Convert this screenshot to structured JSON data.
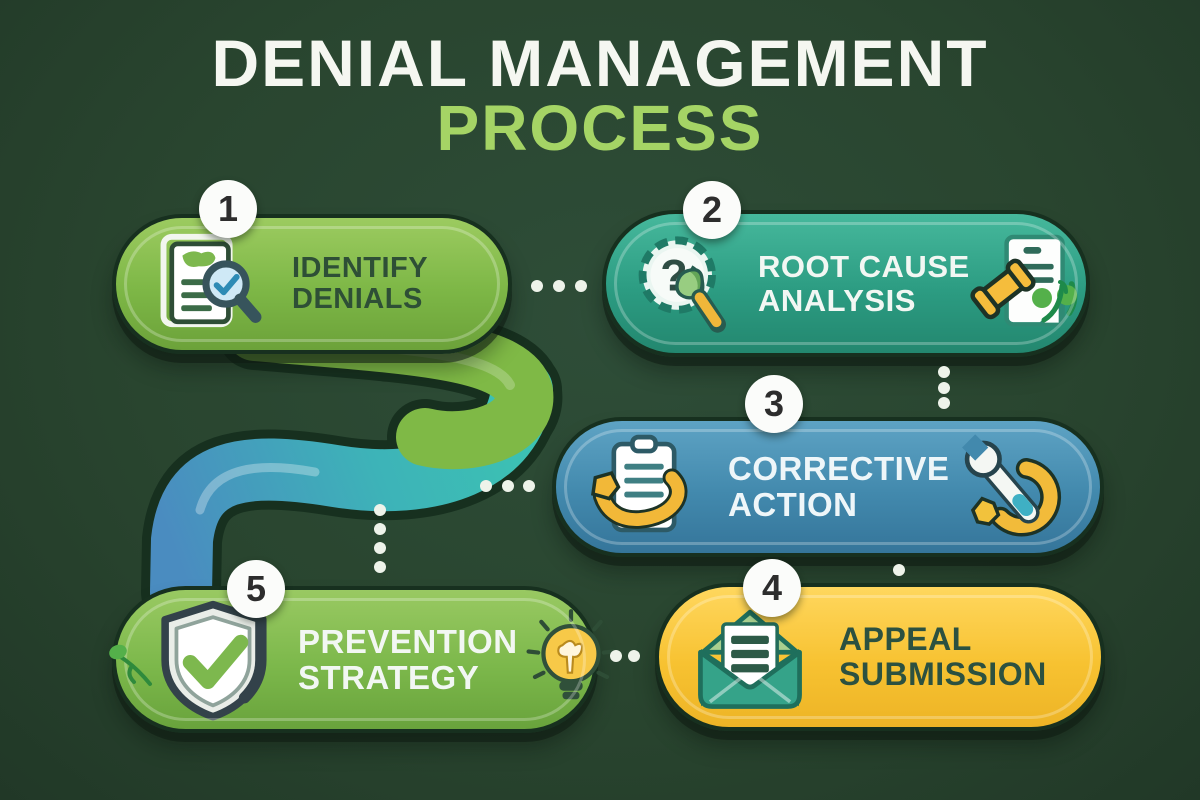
{
  "title": {
    "line1": "DENIAL MANAGEMENT",
    "line2": "PROCESS"
  },
  "steps": [
    {
      "number": "1",
      "line1": "IDENTIFY",
      "line2": "DENIALS",
      "icons": [
        "document-magnifier-icon"
      ],
      "pill_color": "#7db746",
      "text_color": "#2e4f36"
    },
    {
      "number": "2",
      "line1": "ROOT CAUSE",
      "line2": "ANALYSIS",
      "icons": [
        "question-magnifier-icon",
        "document-gavel-icon"
      ],
      "icon_glyph": "?",
      "pill_color": "#2c9c82",
      "text_color": "#f2f7f3"
    },
    {
      "number": "3",
      "line1": "CORRECTIVE",
      "line2": "ACTION",
      "icons": [
        "clipboard-arrow-icon",
        "wrench-icon"
      ],
      "pill_color": "#4289ad",
      "text_color": "#eef6f9"
    },
    {
      "number": "4",
      "line1": "APPEAL",
      "line2": "SUBMISSION",
      "icons": [
        "envelope-icon"
      ],
      "pill_color": "#f7c231",
      "text_color": "#2c5140"
    },
    {
      "number": "5",
      "line1": "PREVENTION",
      "line2": "STRATEGY",
      "icons": [
        "shield-check-icon",
        "lightbulb-icon"
      ],
      "pill_color": "#7cb84b",
      "text_color": "#f2f7f3"
    }
  ],
  "colors": {
    "background": "#29452f",
    "title_primary": "#f5f7f1",
    "title_accent": "#a5d465",
    "connector_dots": "#eef3ea",
    "ribbon_green": "#7fb946",
    "ribbon_teal": "#3cc4b2",
    "ribbon_blue": "#4a8cc0",
    "badge_bg": "#fbfcfa",
    "badge_number": "#2d2d2d"
  }
}
